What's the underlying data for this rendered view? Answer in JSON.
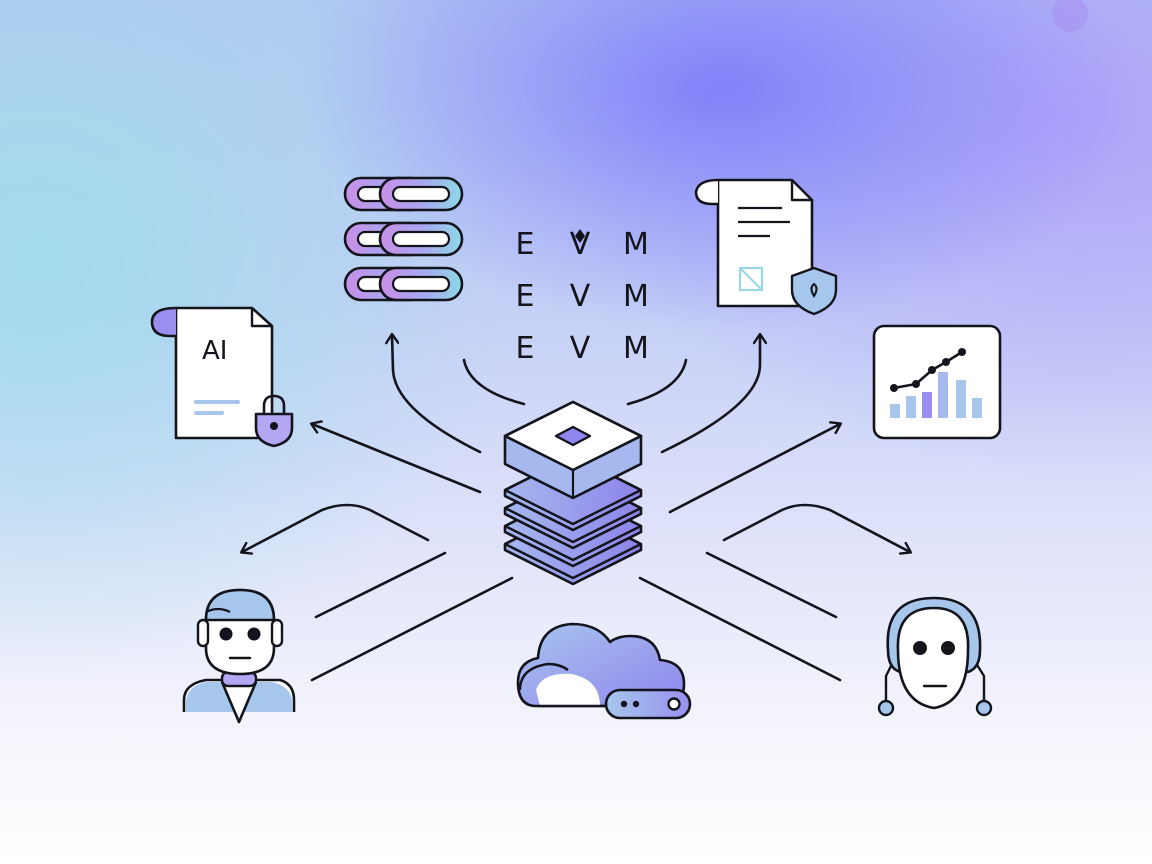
{
  "evm_grid": {
    "rows": [
      [
        "E",
        "V",
        "M"
      ],
      [
        "E",
        "V",
        "M"
      ],
      [
        "E",
        "V",
        "M"
      ]
    ]
  },
  "ai_document": {
    "label": "AI"
  },
  "colors": {
    "outline": "#14141c",
    "purple": "#8f86ee",
    "lavender": "#b4a6f2",
    "light_blue": "#a6c6ec",
    "teal": "#9ad6e4",
    "pink": "#c89ae6"
  },
  "icons": [
    "chain-links-icon",
    "evm-letter-grid",
    "contract-document-shield-icon",
    "ai-document-lock-icon",
    "analytics-chart-icon",
    "server-stack-icon",
    "robot-agent-left-icon",
    "robot-agent-right-icon",
    "cloud-server-icon"
  ]
}
